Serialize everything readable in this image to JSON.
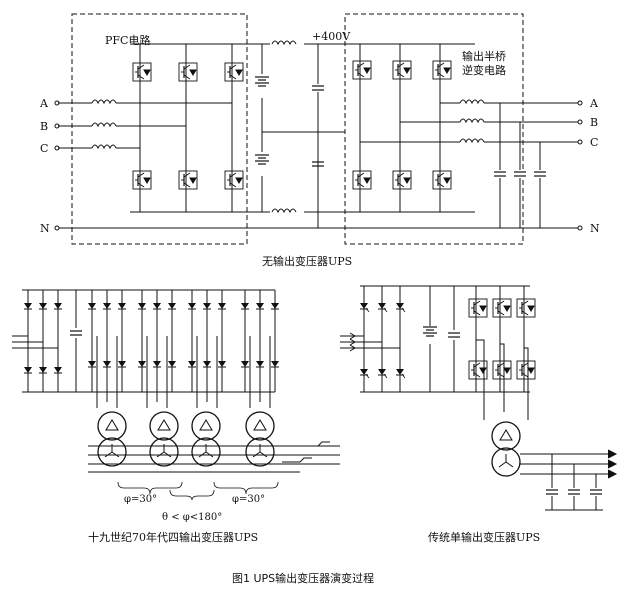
{
  "top": {
    "pfc_label": "PFC电路",
    "dc_label": "+400V",
    "inverter_label_1": "输出半桥",
    "inverter_label_2": "逆变电路",
    "inputs": [
      "A",
      "B",
      "C"
    ],
    "outputs": [
      "A",
      "B",
      "C"
    ],
    "neutral_in": "N",
    "neutral_out": "N",
    "caption": "无输出变压器UPS"
  },
  "bottom_left": {
    "phi_left": "φ=30°",
    "phi_right": "φ=30°",
    "theta": "θ < φ<180°",
    "caption": "十九世纪70年代四输出变压器UPS"
  },
  "bottom_right": {
    "caption": "传统单输出变压器UPS"
  },
  "figure_caption": "图1  UPS输出变压器演变过程"
}
